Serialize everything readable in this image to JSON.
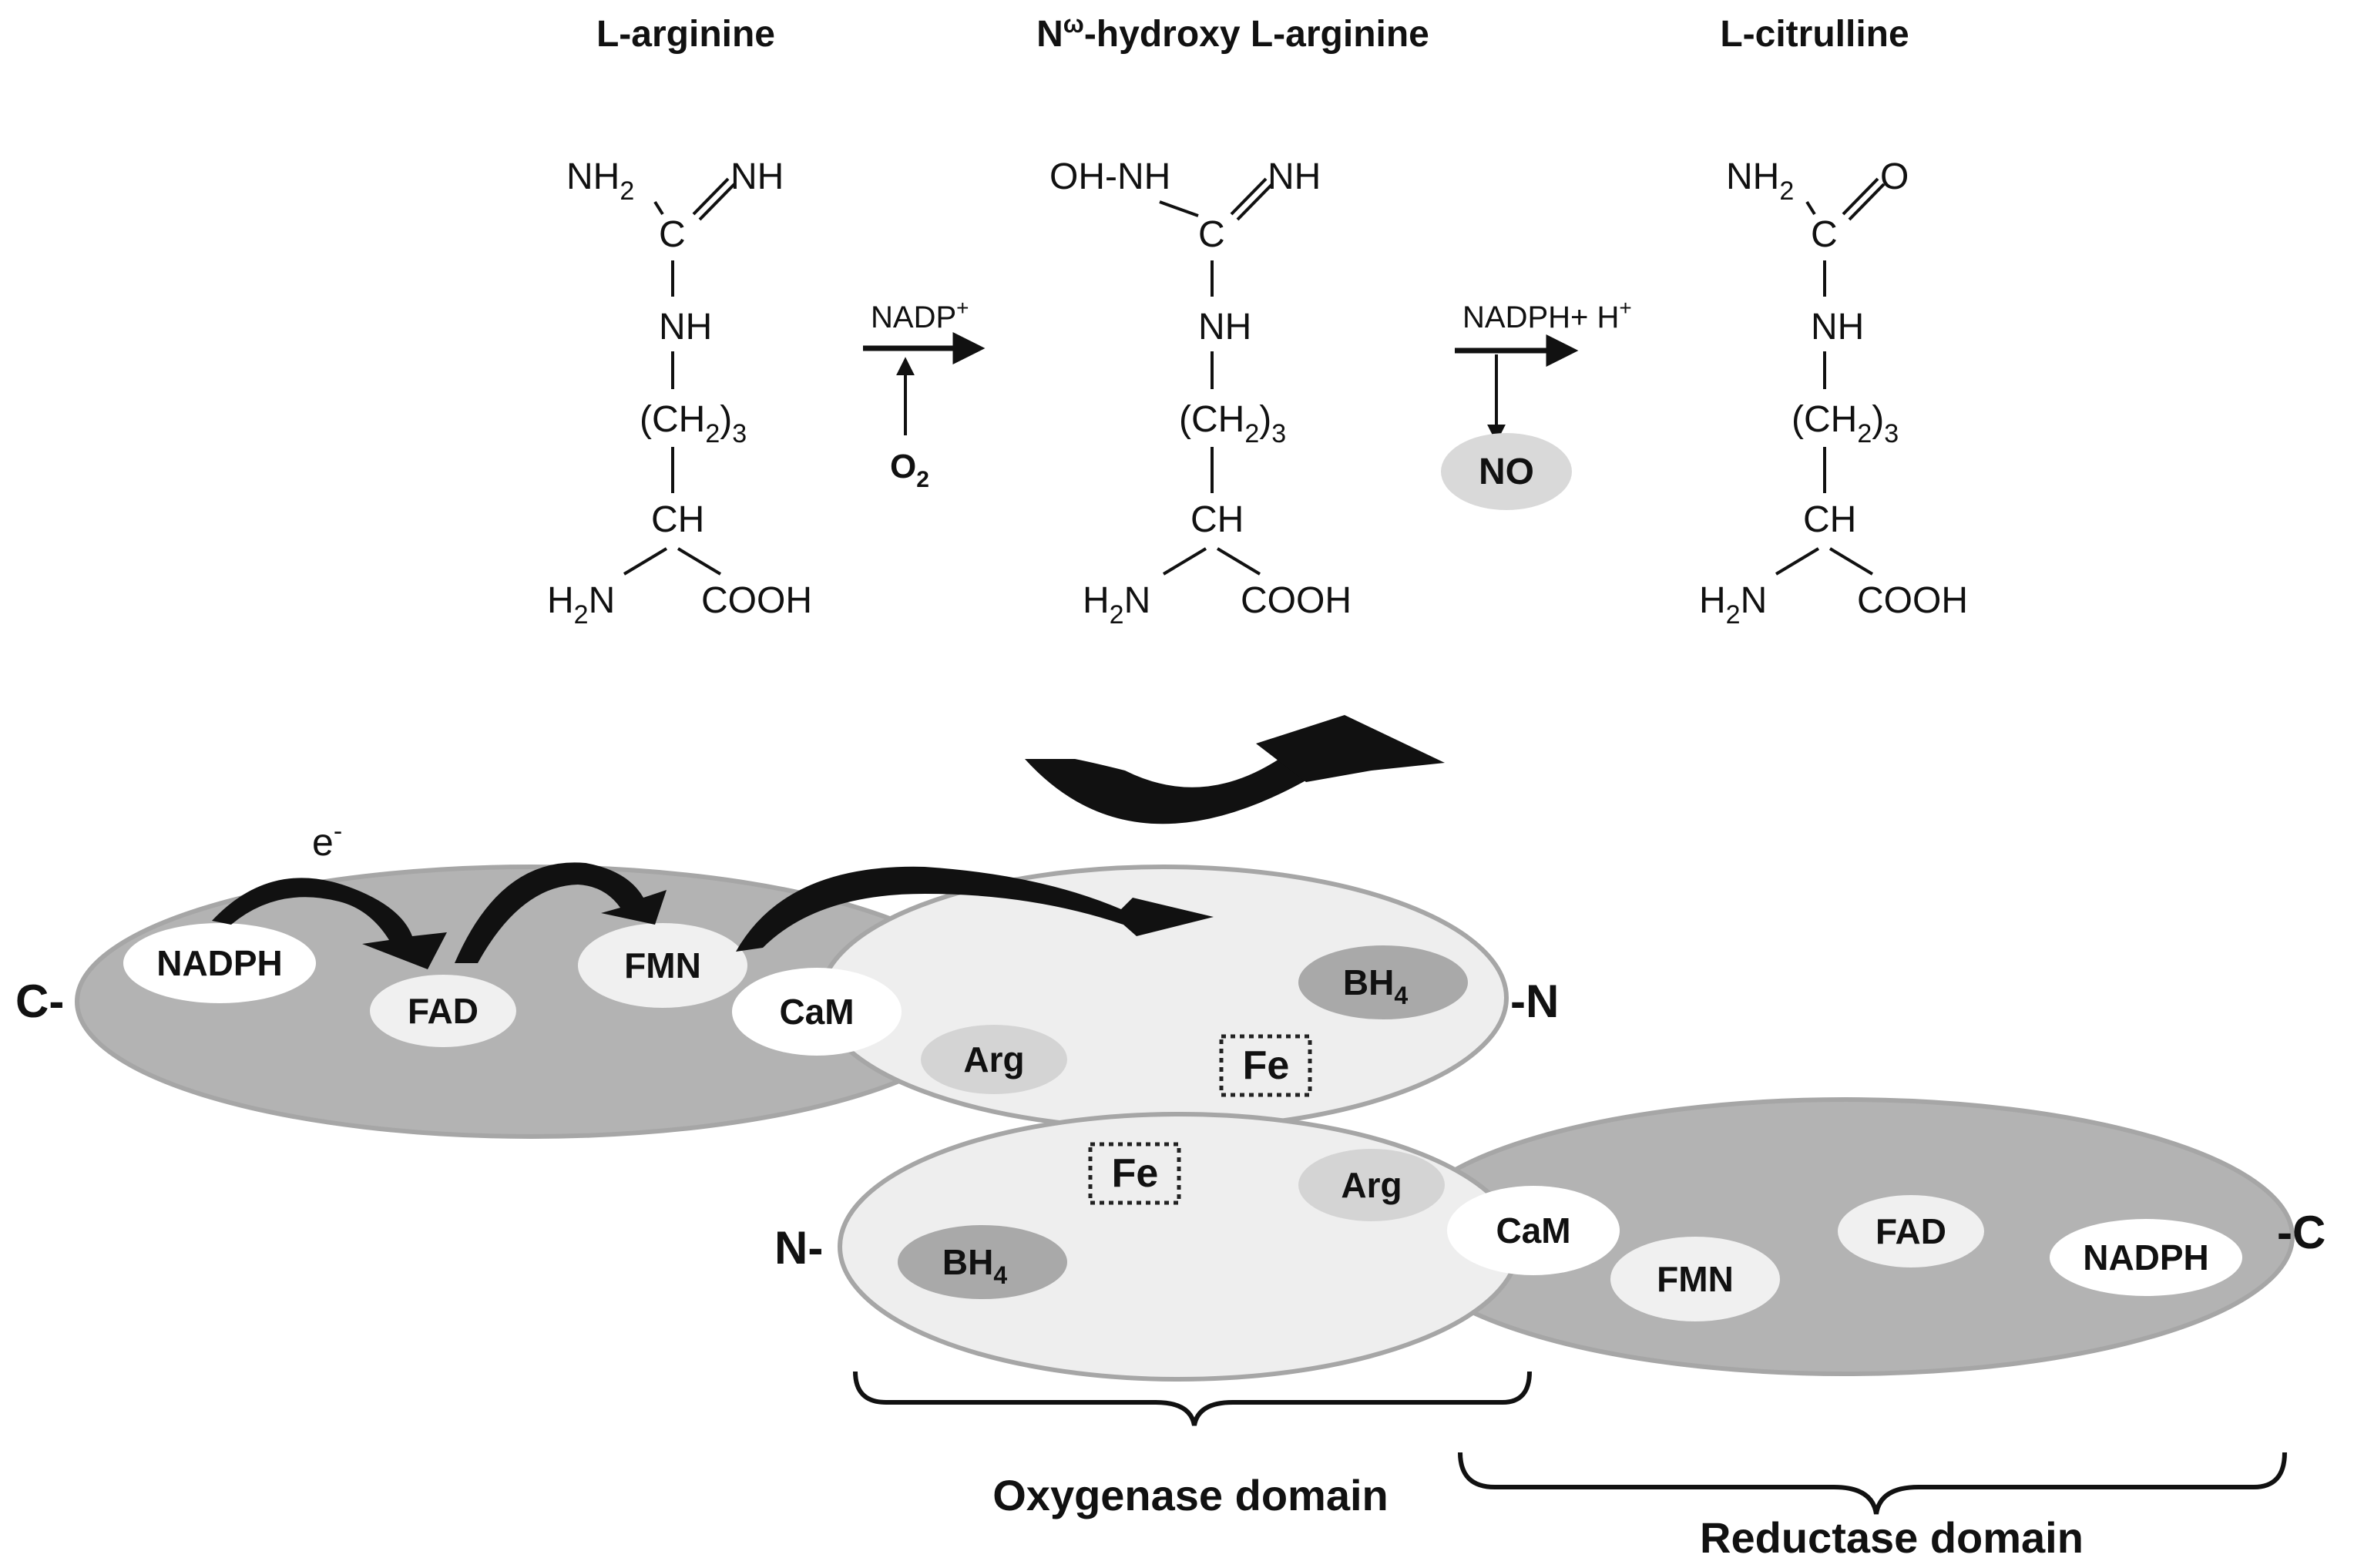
{
  "colors": {
    "dark_domain": "#b3b3b3",
    "light_domain": "#eeeeee",
    "outline": "#a6a6a6",
    "label_bg": "#d9d9d9",
    "bh4_bg": "#a9a9a9",
    "text": "#111111"
  },
  "molecules": [
    {
      "name": "L-arginine",
      "rows": [
        [
          {
            "t": "NH"
          },
          {
            "t": "2",
            "sub": true
          },
          {
            "t": "    "
          },
          {
            "t": "NH"
          }
        ],
        [
          {
            "t": "C"
          }
        ],
        [
          {
            "t": "NH"
          }
        ],
        [
          {
            "t": "(CH"
          },
          {
            "t": "2",
            "sub": true
          },
          {
            "t": ")"
          },
          {
            "t": "3",
            "sub": true
          }
        ],
        [
          {
            "t": "CH"
          }
        ],
        [
          {
            "t": "H"
          },
          {
            "t": "2",
            "sub": true
          },
          {
            "t": "N"
          },
          {
            "t": "        "
          },
          {
            "t": "COOH"
          }
        ]
      ]
    },
    {
      "name_main": "N",
      "name_sup": "ω",
      "name_rest": "-hydroxy L-arginine",
      "rows": [
        [
          {
            "t": "OH-NH"
          },
          {
            "t": "    "
          },
          {
            "t": "NH"
          }
        ],
        [
          {
            "t": "C"
          }
        ],
        [
          {
            "t": "NH"
          }
        ],
        [
          {
            "t": "(CH"
          },
          {
            "t": "2",
            "sub": true
          },
          {
            "t": ")"
          },
          {
            "t": "3",
            "sub": true
          }
        ],
        [
          {
            "t": "CH"
          }
        ],
        [
          {
            "t": "H"
          },
          {
            "t": "2",
            "sub": true
          },
          {
            "t": "N"
          },
          {
            "t": "        "
          },
          {
            "t": "COOH"
          }
        ]
      ]
    },
    {
      "name": "L-citrulline",
      "rows": [
        [
          {
            "t": "NH"
          },
          {
            "t": "2",
            "sub": true
          },
          {
            "t": "    "
          },
          {
            "t": "O"
          }
        ],
        [
          {
            "t": "C"
          }
        ],
        [
          {
            "t": "NH"
          }
        ],
        [
          {
            "t": "(CH"
          },
          {
            "t": "2",
            "sub": true
          },
          {
            "t": ")"
          },
          {
            "t": "3",
            "sub": true
          }
        ],
        [
          {
            "t": "CH"
          }
        ],
        [
          {
            "t": "H"
          },
          {
            "t": "2",
            "sub": true
          },
          {
            "t": "N"
          },
          {
            "t": "        "
          },
          {
            "t": "COOH"
          }
        ]
      ]
    }
  ],
  "reaction1": {
    "label": "NADP",
    "label_sup": "+",
    "input": "O",
    "input_sub": "2"
  },
  "reaction2": {
    "label": "NADPH+ H",
    "label_sup": "+",
    "output": "NO"
  },
  "electron_label": "e",
  "electron_sup": "-",
  "dimer": {
    "upper": {
      "c_term": "C-",
      "n_term": "-N",
      "reductase_cofactors": [
        "NADPH",
        "FAD",
        "FMN"
      ],
      "cam": "CaM",
      "arg": "Arg",
      "fe": "Fe",
      "bh4": "BH",
      "bh4_sub": "4"
    },
    "lower": {
      "n_term": "N-",
      "c_term": "-C",
      "reductase_cofactors": [
        "FMN",
        "FAD",
        "NADPH"
      ],
      "cam": "CaM",
      "arg": "Arg",
      "fe": "Fe",
      "bh4": "BH",
      "bh4_sub": "4"
    }
  },
  "domains": {
    "oxygenase": "Oxygenase domain",
    "reductase": "Reductase domain"
  }
}
